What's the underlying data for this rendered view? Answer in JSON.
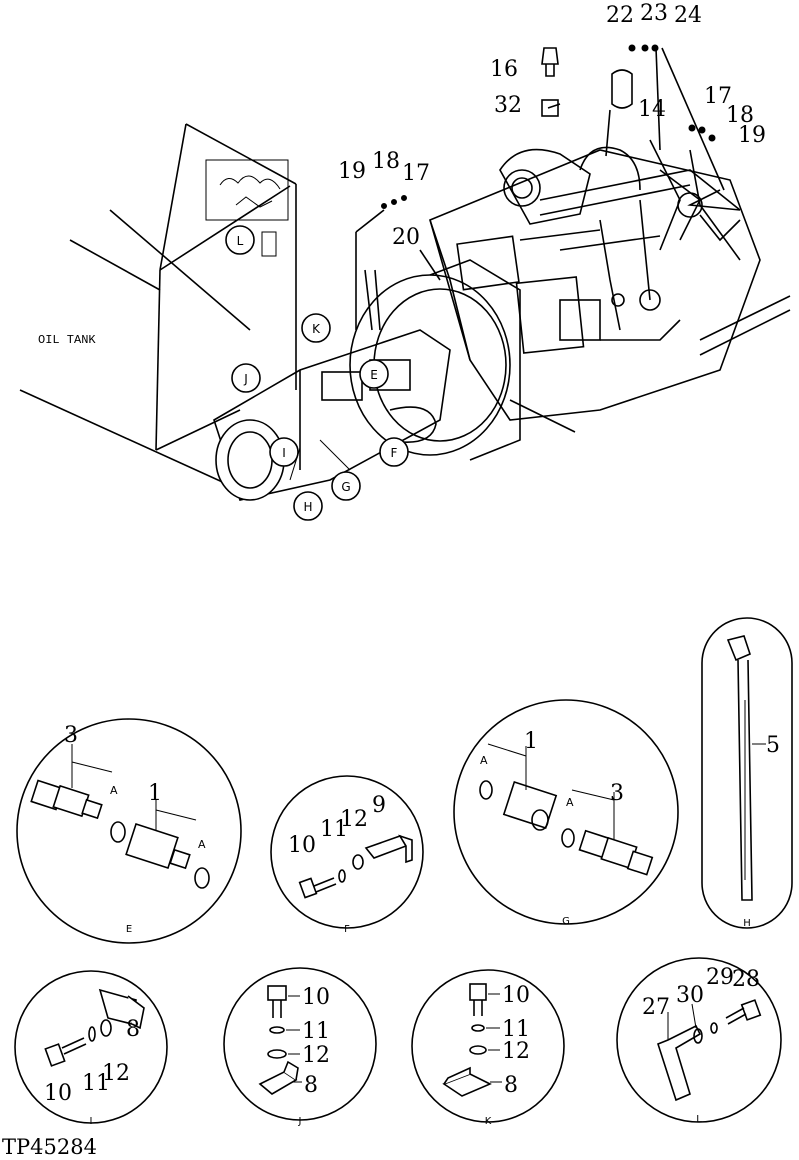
{
  "figure_ref": "TP45284",
  "oil_tank_label": "OIL TANK",
  "overview": {
    "callouts": [
      "22",
      "23",
      "24",
      "16",
      "14",
      "32",
      "17",
      "18",
      "19",
      "19",
      "18",
      "17",
      "20"
    ],
    "circle_tags": [
      "L",
      "K",
      "J",
      "E",
      "I",
      "F",
      "G",
      "H"
    ]
  },
  "details": [
    {
      "id": "E",
      "label": "E",
      "callouts": [
        "3",
        "A",
        "1",
        "A"
      ]
    },
    {
      "id": "F",
      "label": "F",
      "callouts": [
        "10",
        "11",
        "12",
        "9"
      ]
    },
    {
      "id": "G",
      "label": "G",
      "callouts": [
        "1",
        "A",
        "A",
        "3"
      ]
    },
    {
      "id": "H",
      "label": "H",
      "callouts": [
        "5"
      ]
    },
    {
      "id": "I",
      "label": "I",
      "callouts": [
        "8",
        "10",
        "11",
        "12"
      ]
    },
    {
      "id": "J",
      "label": "J",
      "callouts": [
        "10",
        "11",
        "12",
        "8"
      ]
    },
    {
      "id": "K",
      "label": "K",
      "callouts": [
        "10",
        "11",
        "12",
        "8"
      ]
    },
    {
      "id": "L",
      "label": "L",
      "callouts": [
        "27",
        "30",
        "29",
        "28"
      ]
    }
  ]
}
